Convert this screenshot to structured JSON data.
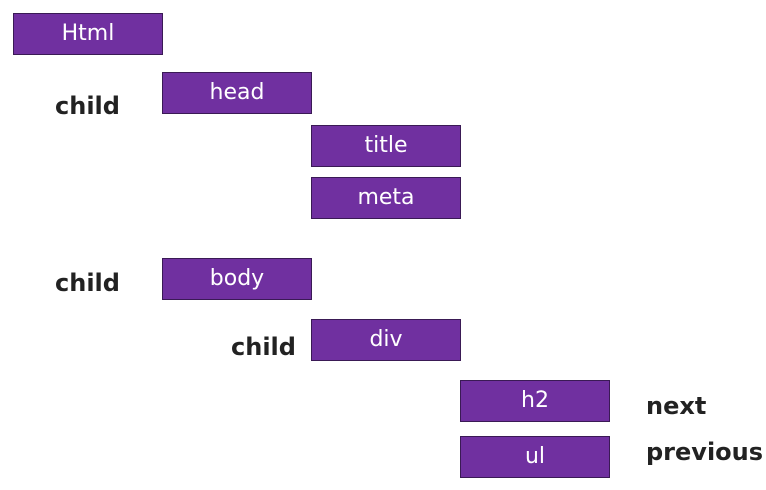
{
  "nodes": {
    "html": "Html",
    "head": "head",
    "title": "title",
    "meta": "meta",
    "body": "body",
    "div": "div",
    "h2": "h2",
    "ul": "ul"
  },
  "relations": {
    "child_head": "child",
    "child_body": "child",
    "child_div": "child",
    "next": "next",
    "previous": "previous"
  },
  "colors": {
    "node_fill": "#7030a0",
    "node_text": "#ffffff",
    "label_text": "#222222"
  }
}
